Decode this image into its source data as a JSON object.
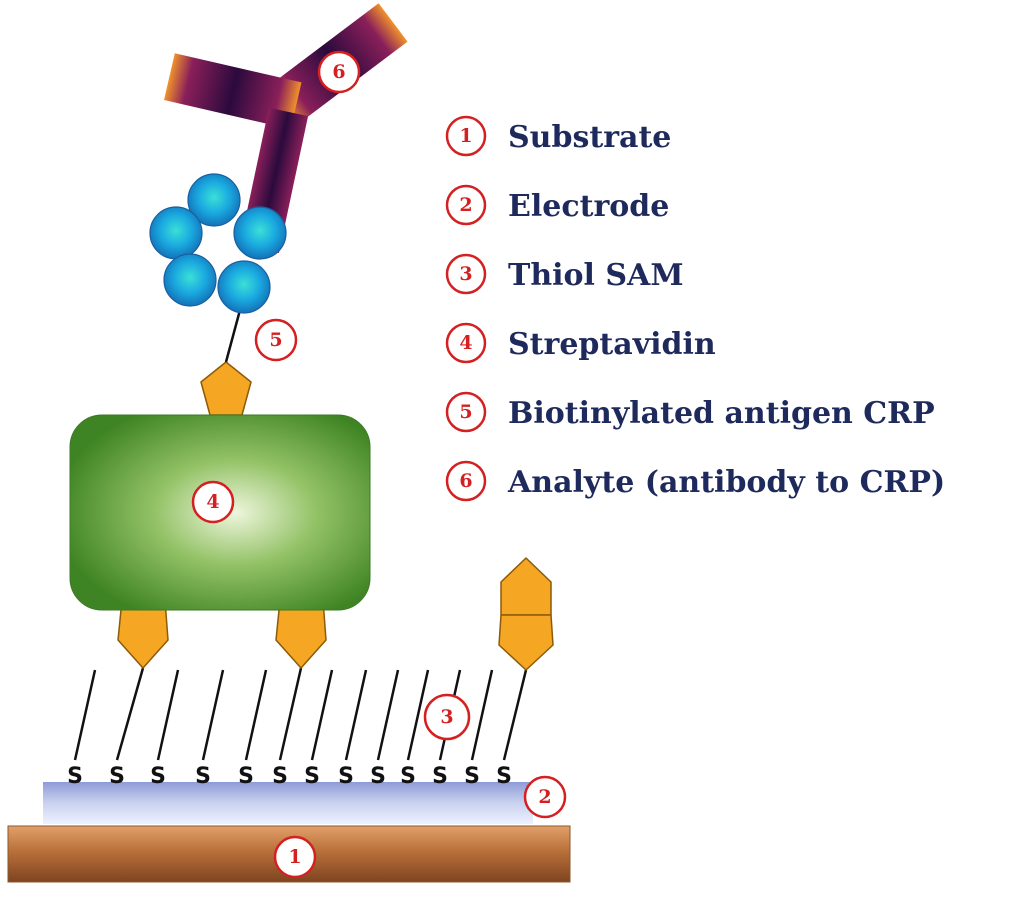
{
  "legend": [
    {
      "number": "1",
      "label": "Substrate"
    },
    {
      "number": "2",
      "label": "Electrode"
    },
    {
      "number": "3",
      "label": "Thiol SAM"
    },
    {
      "number": "4",
      "label": "Streptavidin"
    },
    {
      "number": "5",
      "label": "Biotinylated antigen CRP"
    },
    {
      "number": "6",
      "label": "Analyte (antibody to CRP)"
    }
  ],
  "sulfur_label": "S",
  "sulfur_count": 13,
  "colors": {
    "badge_red": "#d42020",
    "legend_text": "#1f2a5c",
    "biotin_orange": "#f5a623",
    "streptavidin_green": "#4e9a2e",
    "substrate_brown": "#b9703a",
    "electrode_blue": "#c9d2ee",
    "protein_blue": "#19a6e0"
  }
}
